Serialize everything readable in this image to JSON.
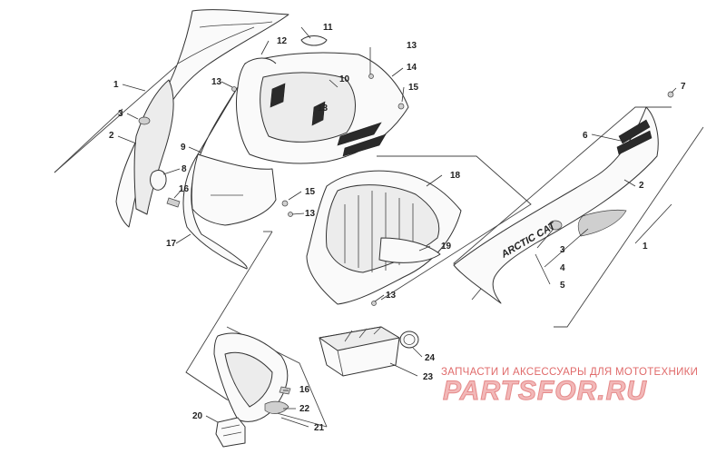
{
  "diagram": {
    "callouts": [
      {
        "id": "c1a",
        "label": "1"
      },
      {
        "id": "c1b",
        "label": "1"
      },
      {
        "id": "c2a",
        "label": "2"
      },
      {
        "id": "c2b",
        "label": "2"
      },
      {
        "id": "c3a",
        "label": "3"
      },
      {
        "id": "c3b",
        "label": "3"
      },
      {
        "id": "c4",
        "label": "4"
      },
      {
        "id": "c5",
        "label": "5"
      },
      {
        "id": "c6",
        "label": "6"
      },
      {
        "id": "c7",
        "label": "7"
      },
      {
        "id": "c8",
        "label": "8"
      },
      {
        "id": "c9",
        "label": "9"
      },
      {
        "id": "c10",
        "label": "10"
      },
      {
        "id": "c11",
        "label": "11"
      },
      {
        "id": "c12",
        "label": "12"
      },
      {
        "id": "c13a",
        "label": "13"
      },
      {
        "id": "c13b",
        "label": "13"
      },
      {
        "id": "c13c",
        "label": "13"
      },
      {
        "id": "c13d",
        "label": "13"
      },
      {
        "id": "c13e",
        "label": "13"
      },
      {
        "id": "c14",
        "label": "14"
      },
      {
        "id": "c15a",
        "label": "15"
      },
      {
        "id": "c15b",
        "label": "15"
      },
      {
        "id": "c16a",
        "label": "16"
      },
      {
        "id": "c16b",
        "label": "16"
      },
      {
        "id": "c17",
        "label": "17"
      },
      {
        "id": "c18",
        "label": "18"
      },
      {
        "id": "c19",
        "label": "19"
      },
      {
        "id": "c20",
        "label": "20"
      },
      {
        "id": "c21",
        "label": "21"
      },
      {
        "id": "c22",
        "label": "22"
      },
      {
        "id": "c23",
        "label": "23"
      },
      {
        "id": "c24",
        "label": "24"
      }
    ],
    "decal_text": "ARCTIC CAT"
  },
  "watermark": {
    "tagline": "ЗАПЧАСТИ И АКСЕССУАРЫ ДЛЯ МОТОТЕХНИКИ",
    "logo": "PARTSFOR.RU"
  }
}
